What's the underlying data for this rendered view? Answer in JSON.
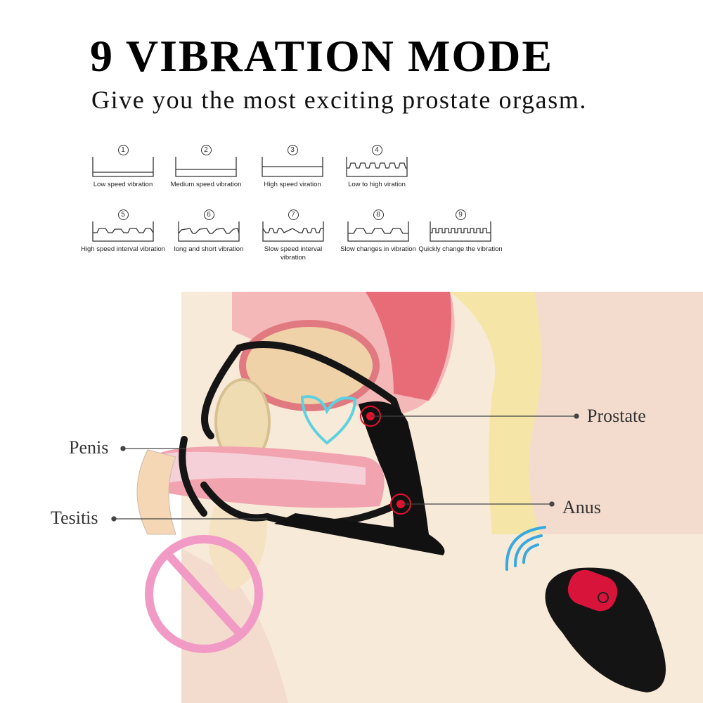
{
  "header": {
    "title": "9 VIBRATION MODE",
    "subtitle": "Give you the most exciting prostate orgasm."
  },
  "modes": [
    {
      "number": "1",
      "label": "Low speed vibration",
      "wave": "flat-low"
    },
    {
      "number": "2",
      "label": "Medium speed vibration",
      "wave": "flat-mid"
    },
    {
      "number": "3",
      "label": "High speed viration",
      "wave": "flat-high"
    },
    {
      "number": "4",
      "label": "Low to high  viration",
      "wave": "square-dense"
    },
    {
      "number": "5",
      "label": "High speed interval vibration",
      "wave": "interval"
    },
    {
      "number": "6",
      "label": "long and short vibration",
      "wave": "sawtooth"
    },
    {
      "number": "7",
      "label": "Slow speed interval vibration",
      "wave": "mixed"
    },
    {
      "number": "8",
      "label": "Slow changes in vibration",
      "wave": "trapezoid"
    },
    {
      "number": "9",
      "label": "Quickly change the vibration",
      "wave": "square-fast"
    }
  ],
  "callouts": {
    "prostate": "Prostate",
    "anus": "Anus",
    "penis": "Penis",
    "testis": "Tesitis"
  },
  "colors": {
    "skin": "#f3dccd",
    "accent_red": "#e8102e",
    "device": "#111111",
    "censor_pink": "#f19ac6",
    "signal_blue": "#3aa8e0"
  }
}
